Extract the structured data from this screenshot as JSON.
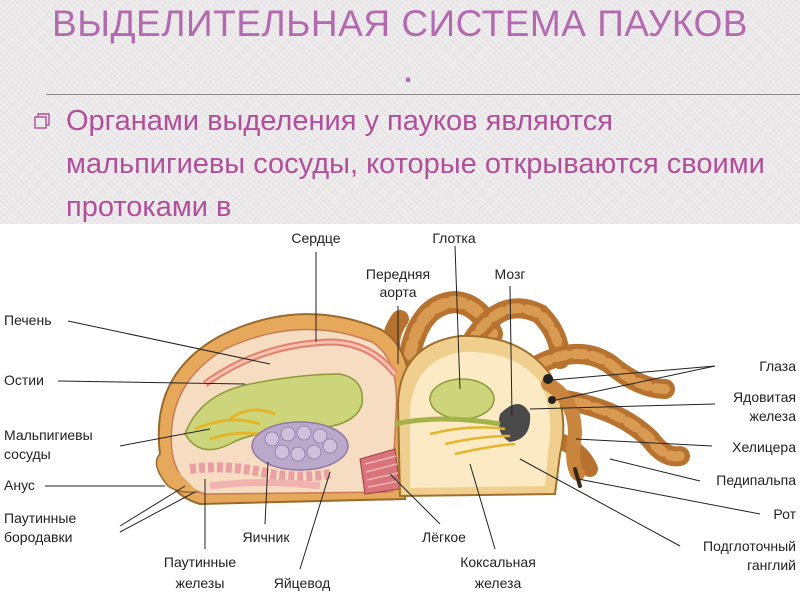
{
  "slide": {
    "title": "ВЫДЕЛИТЕЛЬНАЯ СИСТЕМА ПАУКОВ",
    "title_dot": ".",
    "bullet": "Органами выделения у пауков являются мальпигиевы сосуды, которые открываются своими протоками в"
  },
  "diagram": {
    "labels": {
      "heart": "Сердце",
      "pharynx": "Глотка",
      "anterior_aorta_1": "Передняя",
      "anterior_aorta_2": "аорта",
      "brain": "Мозг",
      "liver": "Печень",
      "ostia": "Остии",
      "malpighian_1": "Мальпигиевы",
      "malpighian_2": "сосуды",
      "anus": "Анус",
      "spinnerets_1": "Паутинные",
      "spinnerets_2": "бородавки",
      "silk_glands_1": "Паутинные",
      "silk_glands_2": "железы",
      "ovary": "Яичник",
      "oviduct": "Яйцевод",
      "lung": "Лёгкое",
      "coxal_gland_1": "Коксальная",
      "coxal_gland_2": "железа",
      "eyes": "Глаза",
      "venom_gland_1": "Ядовитая",
      "venom_gland_2": "железа",
      "chelicera": "Хелицера",
      "pedipalp": "Педипальпа",
      "mouth": "Рот",
      "subesophageal_1": "Подглоточный",
      "subesophageal_2": "ганглий"
    }
  },
  "colors": {
    "title": "#b46ab0",
    "bullet_text": "#b14f9b",
    "abdomen_shell": "#e9b36a",
    "gut": "#c8d46e",
    "ovary": "#b9a6c9",
    "leg": "#c9843e"
  }
}
